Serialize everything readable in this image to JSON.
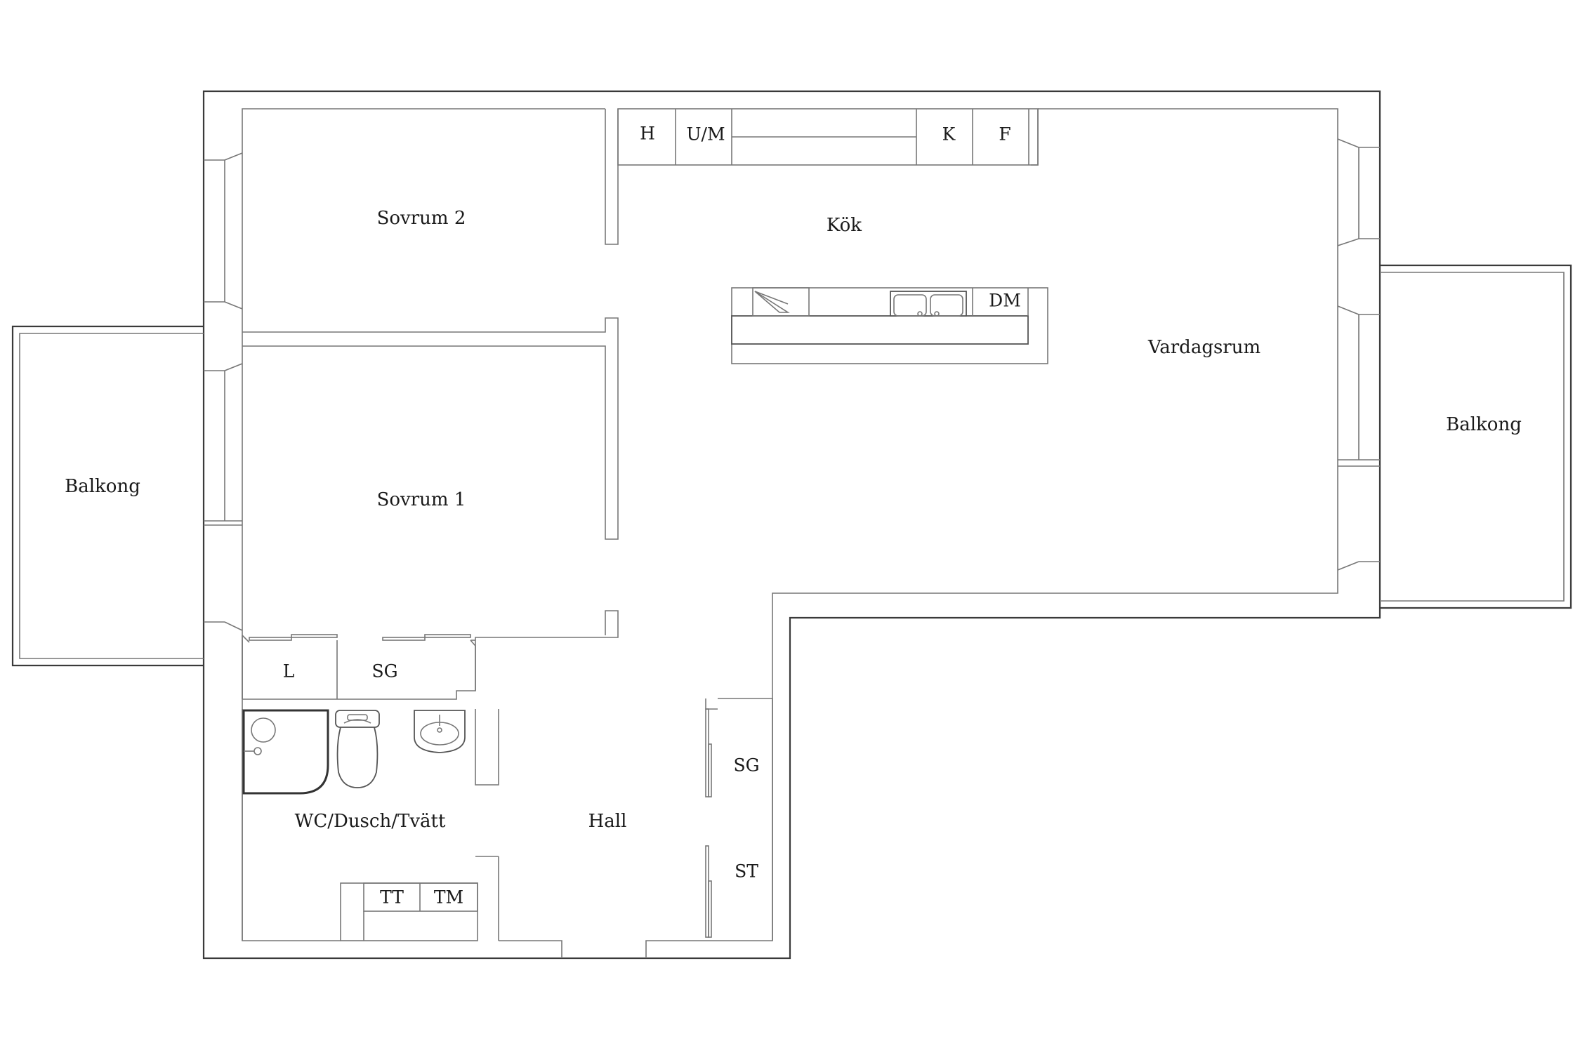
{
  "rooms": {
    "sovrum2": "Sovrum 2",
    "sovrum1": "Sovrum 1",
    "kok": "Kök",
    "vardagsrum": "Vardagsrum",
    "balkong_left": "Balkong",
    "balkong_right": "Balkong",
    "wc": "WC/Dusch/Tvätt",
    "hall": "Hall"
  },
  "fixtures": {
    "h": "H",
    "um": "U/M",
    "k": "K",
    "f": "F",
    "dm": "DM",
    "l": "L",
    "sg_closet": "SG",
    "sg_hall": "SG",
    "st": "ST",
    "tt": "TT",
    "tm": "TM"
  },
  "colors": {
    "line": "#3a3a3a",
    "background": "#ffffff"
  }
}
